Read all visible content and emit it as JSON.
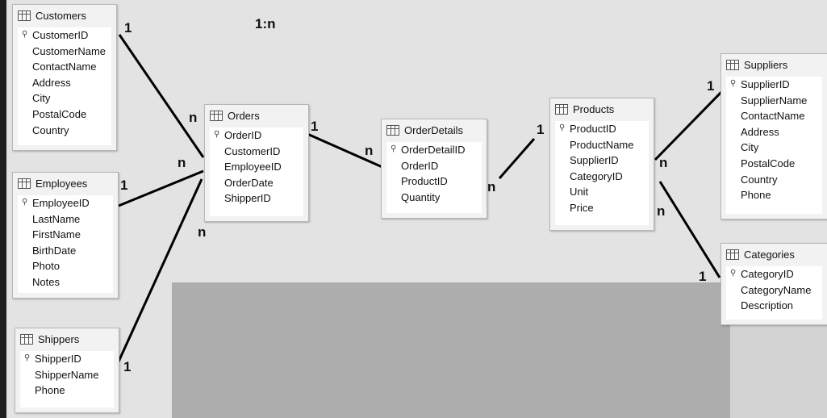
{
  "title": "1:n",
  "tables": [
    {
      "id": "customers",
      "name": "Customers",
      "fields": [
        {
          "name": "CustomerID",
          "key": true
        },
        {
          "name": "CustomerName"
        },
        {
          "name": "ContactName"
        },
        {
          "name": "Address"
        },
        {
          "name": "City"
        },
        {
          "name": "PostalCode"
        },
        {
          "name": "Country"
        }
      ]
    },
    {
      "id": "employees",
      "name": "Employees",
      "fields": [
        {
          "name": "EmployeeID",
          "key": true
        },
        {
          "name": "LastName"
        },
        {
          "name": "FirstName"
        },
        {
          "name": "BirthDate"
        },
        {
          "name": "Photo"
        },
        {
          "name": "Notes"
        }
      ]
    },
    {
      "id": "shippers",
      "name": "Shippers",
      "fields": [
        {
          "name": "ShipperID",
          "key": true
        },
        {
          "name": "ShipperName"
        },
        {
          "name": "Phone"
        }
      ]
    },
    {
      "id": "orders",
      "name": "Orders",
      "fields": [
        {
          "name": "OrderID",
          "key": true
        },
        {
          "name": "CustomerID"
        },
        {
          "name": "EmployeeID"
        },
        {
          "name": "OrderDate"
        },
        {
          "name": "ShipperID"
        }
      ]
    },
    {
      "id": "orderdetails",
      "name": "OrderDetails",
      "fields": [
        {
          "name": "OrderDetailID",
          "key": true
        },
        {
          "name": "OrderID"
        },
        {
          "name": "ProductID"
        },
        {
          "name": "Quantity"
        }
      ]
    },
    {
      "id": "products",
      "name": "Products",
      "fields": [
        {
          "name": "ProductID",
          "key": true
        },
        {
          "name": "ProductName"
        },
        {
          "name": "SupplierID"
        },
        {
          "name": "CategoryID"
        },
        {
          "name": "Unit"
        },
        {
          "name": "Price"
        }
      ]
    },
    {
      "id": "suppliers",
      "name": "Suppliers",
      "fields": [
        {
          "name": "SupplierID",
          "key": true
        },
        {
          "name": "SupplierName"
        },
        {
          "name": "ContactName"
        },
        {
          "name": "Address"
        },
        {
          "name": "City"
        },
        {
          "name": "PostalCode"
        },
        {
          "name": "Country"
        },
        {
          "name": "Phone"
        }
      ]
    },
    {
      "id": "categories",
      "name": "Categories",
      "fields": [
        {
          "name": "CategoryID",
          "key": true
        },
        {
          "name": "CategoryName"
        },
        {
          "name": "Description"
        }
      ]
    }
  ],
  "relationships": [
    {
      "id": "customers-orders",
      "from": "Customers",
      "to": "Orders",
      "one": "1",
      "many": "n"
    },
    {
      "id": "employees-orders",
      "from": "Employees",
      "to": "Orders",
      "one": "1",
      "many": "n"
    },
    {
      "id": "shippers-orders",
      "from": "Shippers",
      "to": "Orders",
      "one": "1",
      "many": "n"
    },
    {
      "id": "orders-orderdetails",
      "from": "Orders",
      "to": "OrderDetails",
      "one": "1",
      "many": "n"
    },
    {
      "id": "products-orderdetails",
      "from": "Products",
      "to": "OrderDetails",
      "one": "1",
      "many": "n"
    },
    {
      "id": "suppliers-products",
      "from": "Suppliers",
      "to": "Products",
      "one": "1",
      "many": "n"
    },
    {
      "id": "categories-products",
      "from": "Categories",
      "to": "Products",
      "one": "1",
      "many": "n"
    }
  ]
}
